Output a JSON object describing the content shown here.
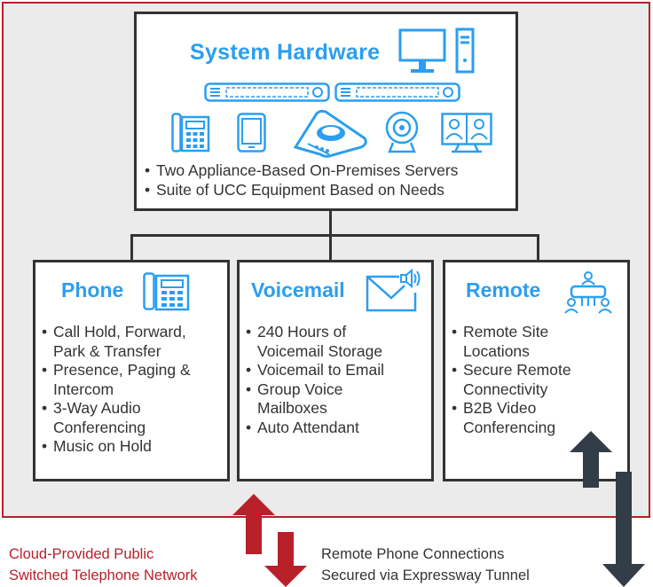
{
  "colors": {
    "accent": "#2b9ef0",
    "border": "#333333",
    "network": "#b8202a",
    "tunnel": "#333d47",
    "panel": "#ebebeb"
  },
  "system_hardware": {
    "title": "System Hardware",
    "icons": [
      "monitor-icon",
      "tower-icon",
      "server-icon",
      "server-icon",
      "desk-phone-icon",
      "tablet-icon",
      "conference-phone-icon",
      "webcam-icon",
      "video-conference-icon"
    ],
    "bullets": [
      "Two Appliance-Based On-Premises Servers",
      "Suite of UCC Equipment Based on Needs"
    ]
  },
  "phone": {
    "title": "Phone",
    "icon": "desk-phone-icon",
    "bullets": [
      [
        "Call Hold, Forward,",
        "Park & Transfer"
      ],
      [
        "Presence, Paging &",
        "Intercom"
      ],
      [
        "3-Way Audio",
        "Conferencing"
      ],
      [
        "Music on Hold"
      ]
    ]
  },
  "voicemail": {
    "title": "Voicemail",
    "icon": "voicemail-envelope-icon",
    "bullets": [
      [
        "240 Hours of",
        "Voicemail Storage"
      ],
      [
        "Voicemail to Email"
      ],
      [
        "Group Voice",
        "Mailboxes"
      ],
      [
        "Auto Attendant"
      ]
    ]
  },
  "remote": {
    "title": "Remote",
    "icon": "remote-users-icon",
    "bullets": [
      [
        "Remote Site",
        "Locations"
      ],
      [
        "Secure Remote",
        "Connectivity"
      ],
      [
        "B2B Video",
        "Conferencing"
      ]
    ]
  },
  "captions": {
    "pstn": [
      "Cloud-Provided Public",
      "Switched Telephone Network"
    ],
    "remote_connections": [
      "Remote Phone Connections",
      "Secured via Expressway Tunnel"
    ]
  }
}
